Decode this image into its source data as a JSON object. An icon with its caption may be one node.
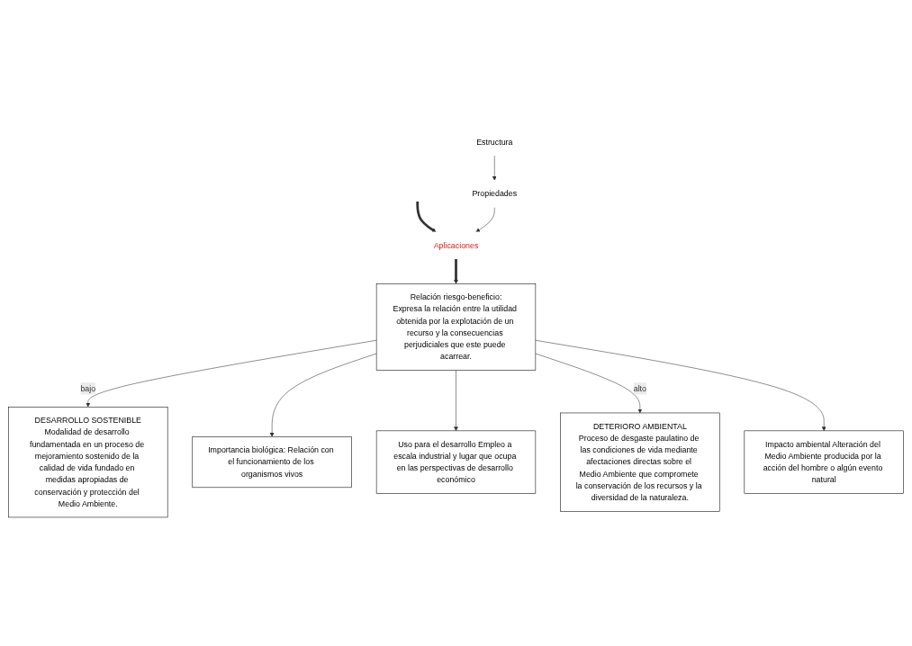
{
  "diagram": {
    "nodes": [
      {
        "text": [
          "Estructura"
        ]
      },
      {
        "text": [
          "Propiedades"
        ]
      },
      {
        "text": [
          "Aplicaciones"
        ]
      },
      {
        "text": [
          "DESARROLLO SOSTENIBLE",
          "Modalidad de desarrollo fundamentada en un proceso de mejoramiento sostenido de la calidad de vida fundado en medidas apropiadas de conservación y protección del Medio Ambiente."
        ]
      },
      {
        "text": [
          "Importancia biológica: Relación con el funcionamiento de los organismos vivos"
        ]
      },
      {
        "text": [
          "Relación riesgo-beneficio:",
          "Expresa la relación entre la utilidad obtenida por la explotación de un recurso y la consecuencias perjudiciales que este puede acarrear."
        ]
      },
      {
        "text": [
          "Uso para el desarrollo Empleo a escala industrial y lugar que ocupa en las perspectivas de desarrollo económico"
        ]
      },
      {
        "text": [
          "DETERIORO AMBIENTAL",
          "Proceso de desgaste paulatino de las condiciones de vida mediante afectaciones directas sobre el Medio Ambiente que compromete la conservación de los recursos y la diversidad de la naturaleza."
        ]
      },
      {
        "text": [
          "Impacto ambiental Alteración del Medio Ambiente producida por la acción del hombre o algún evento natural"
        ]
      }
    ],
    "edges": [
      {
        "from": null,
        "to": 2,
        "arrow": "to",
        "style": "thick"
      },
      {
        "from": 0,
        "to": 1,
        "arrow": "to"
      },
      {
        "from": 1,
        "to": 2,
        "arrow": "to"
      },
      {
        "from": 2,
        "to": 5,
        "arrow": "to",
        "style": "thick"
      },
      {
        "from": 5,
        "to": 3,
        "arrow": "to",
        "label": "bajo"
      },
      {
        "from": 5,
        "to": 4,
        "arrow": "to"
      },
      {
        "from": 5,
        "to": 6,
        "arrow": "to"
      },
      {
        "from": 5,
        "to": 7,
        "arrow": "to",
        "label": "alto"
      },
      {
        "from": 5,
        "to": 8,
        "arrow": "to"
      }
    ]
  }
}
